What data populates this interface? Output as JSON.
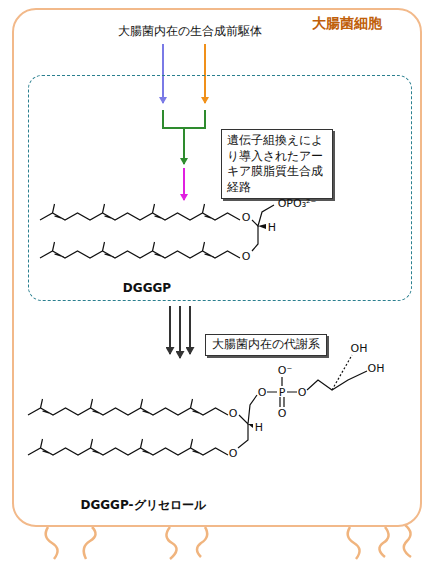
{
  "diagram": {
    "nodes": [
      {
        "text": [
          "大腸菌細胞"
        ]
      },
      {
        "text": [
          "DGGGP"
        ],
        "in": 0
      },
      {
        "text": [
          "遺伝子組換えにより導入されたアーキア膜脂質生合成経路"
        ],
        "in": 1
      },
      {
        "text": [
          "大腸菌内在の代謝系"
        ],
        "in": 0
      }
    ],
    "labels": [
      "大腸菌内在の生合成前駆体",
      "O",
      "H",
      "O",
      "OPO₃²⁻",
      "O",
      "H",
      "O",
      "O",
      "P",
      "O",
      "O⁻",
      "O",
      "OH",
      "OH",
      "DGGGP-グリセロール"
    ]
  }
}
